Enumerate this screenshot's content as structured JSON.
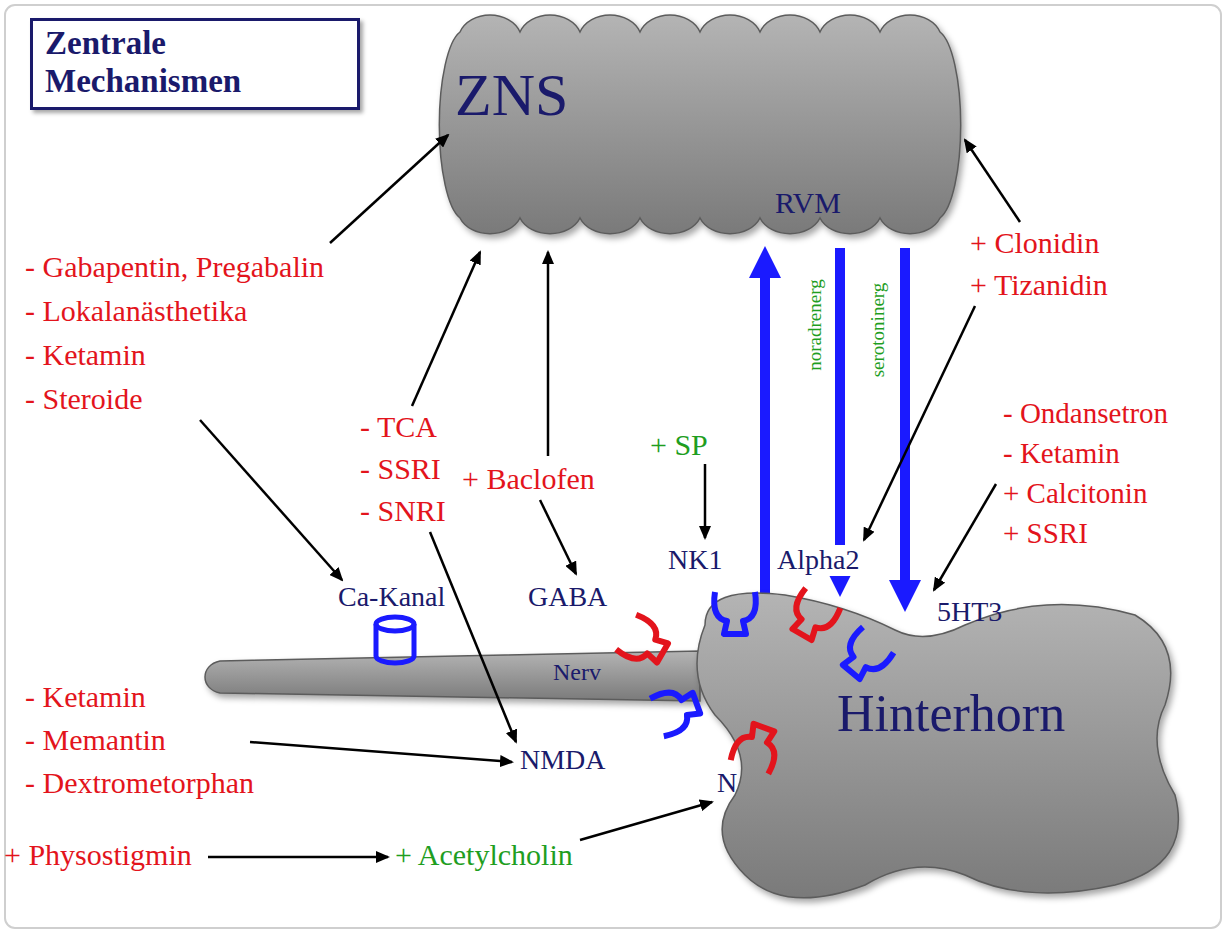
{
  "diagram": {
    "title": "Zentrale Mechanismen",
    "nodes": [
      {
        "text": [
          "ZNS",
          "RVM"
        ]
      },
      {
        "text": [
          "Nerv"
        ]
      },
      {
        "text": [
          "Hinterhorn"
        ]
      }
    ],
    "edges": [
      {
        "from": 2,
        "to": 0,
        "arrow": "to"
      },
      {
        "from": 0,
        "to": 2,
        "label": "noradrenerg",
        "arrow": "to"
      },
      {
        "from": 0,
        "to": 2,
        "label": "serotoninerg",
        "arrow": "to"
      }
    ],
    "labels": [
      "- Gabapentin, Pregabalin",
      "- Lokalanästhetika",
      "- Ketamin",
      "- Steroide",
      "- TCA",
      "- SSRI",
      "- SNRI",
      "+ Baclofen",
      "+ SP",
      "NK1",
      "GABA",
      "Ca-Kanal",
      "Alpha2",
      "5HT3",
      "+ Clonidin",
      "+ Tizanidin",
      "- Ondansetron",
      "- Ketamin",
      "+ Calcitonin",
      "+ SSRI",
      "NMDA",
      "- Ketamin",
      "- Memantin",
      "- Dextrometorphan",
      "N",
      "+ Physostigmin",
      "+ Acetylcholin"
    ]
  }
}
